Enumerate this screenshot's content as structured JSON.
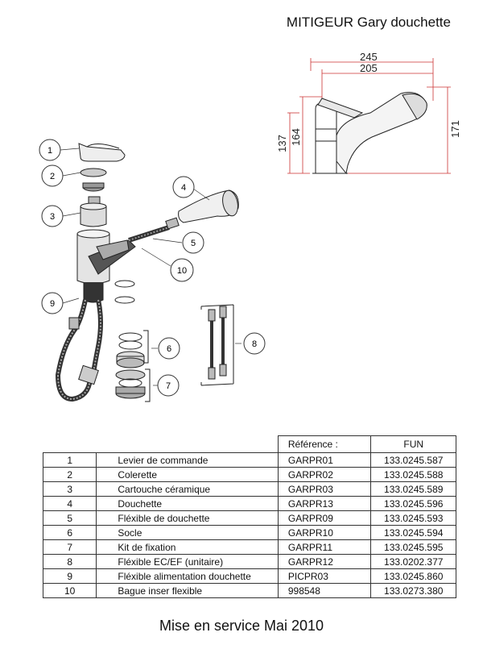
{
  "title": "MITIGEUR Gary douchette",
  "footer": "Mise en service Mai 2010",
  "dimensions": {
    "d245": "245",
    "d205": "205",
    "d137": "137",
    "d164": "164",
    "d171": "171"
  },
  "callouts": [
    "1",
    "2",
    "3",
    "4",
    "5",
    "6",
    "7",
    "8",
    "9",
    "10"
  ],
  "table": {
    "headers": {
      "reference": "Référence :",
      "fun": "FUN"
    },
    "rows": [
      {
        "num": "1",
        "label": "Levier de commande",
        "ref": "GARPR01",
        "fun": "133.0245.587"
      },
      {
        "num": "2",
        "label": "Colerette",
        "ref": "GARPR02",
        "fun": "133.0245.588"
      },
      {
        "num": "3",
        "label": "Cartouche céramique",
        "ref": "GARPR03",
        "fun": "133.0245.589"
      },
      {
        "num": "4",
        "label": "Douchette",
        "ref": "GARPR13",
        "fun": "133.0245.596"
      },
      {
        "num": "5",
        "label": "Fléxible de douchette",
        "ref": "GARPR09",
        "fun": "133.0245.593"
      },
      {
        "num": "6",
        "label": "Socle",
        "ref": "GARPR10",
        "fun": "133.0245.594"
      },
      {
        "num": "7",
        "label": "Kit de fixation",
        "ref": "GARPR11",
        "fun": "133.0245.595"
      },
      {
        "num": "8",
        "label": "Fléxible EC/EF (unitaire)",
        "ref": "GARPR12",
        "fun": "133.0202.377"
      },
      {
        "num": "9",
        "label": "Fléxible alimentation douchette",
        "ref": "PICPR03",
        "fun": "133.0245.860"
      },
      {
        "num": "10",
        "label": "Bague inser flexible",
        "ref": "998548",
        "fun": "133.0273.380"
      }
    ]
  }
}
